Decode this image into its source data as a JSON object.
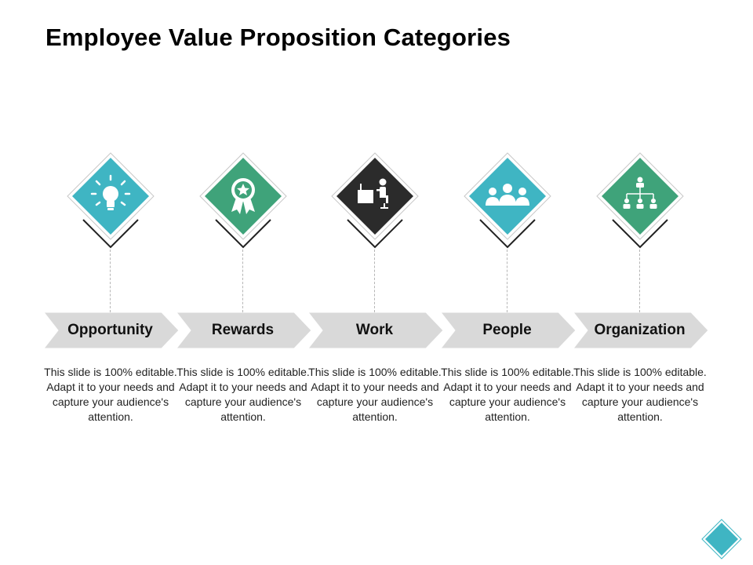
{
  "title": "Employee Value Proposition Categories",
  "colors": {
    "teal": "#3fb5c3",
    "green": "#3fa37a",
    "dark": "#2b2b2b",
    "chevron": "#d9d9d9"
  },
  "categories": [
    {
      "label": "Opportunity",
      "icon": "lightbulb-icon",
      "color": "#3fb5c3",
      "description": "This slide is 100% editable. Adapt it to your needs and capture your audience's attention."
    },
    {
      "label": "Rewards",
      "icon": "award-ribbon-icon",
      "color": "#3fa37a",
      "description": "This slide is 100% editable. Adapt it to your needs and capture your audience's attention."
    },
    {
      "label": "Work",
      "icon": "person-at-desk-icon",
      "color": "#2b2b2b",
      "description": "This slide is 100% editable. Adapt it to your needs and capture your audience's attention."
    },
    {
      "label": "People",
      "icon": "team-people-icon",
      "color": "#3fb5c3",
      "description": "This slide is 100% editable. Adapt it to your needs and capture your audience's attention."
    },
    {
      "label": "Organization",
      "icon": "org-chart-icon",
      "color": "#3fa37a",
      "description": "This slide is 100% editable. Adapt it to your needs and capture your audience's attention."
    }
  ]
}
